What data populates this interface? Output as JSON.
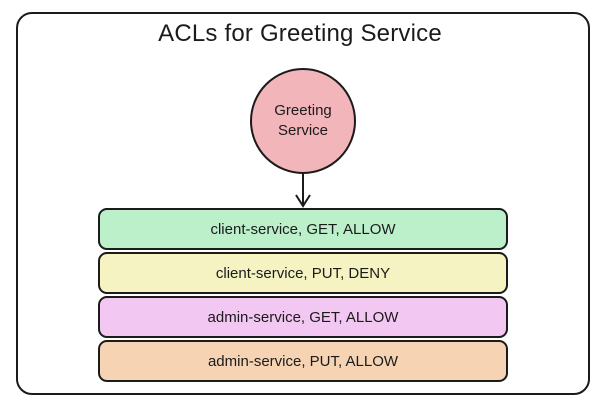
{
  "diagram": {
    "title": "ACLs for Greeting Service",
    "node": {
      "label": "Greeting Service",
      "fill": "#f2b5ba"
    },
    "rows": [
      {
        "label": "client-service, GET, ALLOW",
        "fill": "#bcf0cb"
      },
      {
        "label": "client-service, PUT, DENY",
        "fill": "#f5f3c1"
      },
      {
        "label": "admin-service, GET, ALLOW",
        "fill": "#f2c7f2"
      },
      {
        "label": "admin-service, PUT, ALLOW",
        "fill": "#f5d3b3"
      }
    ],
    "colors": {
      "border": "#1b1b1b",
      "background": "#ffffff"
    }
  }
}
